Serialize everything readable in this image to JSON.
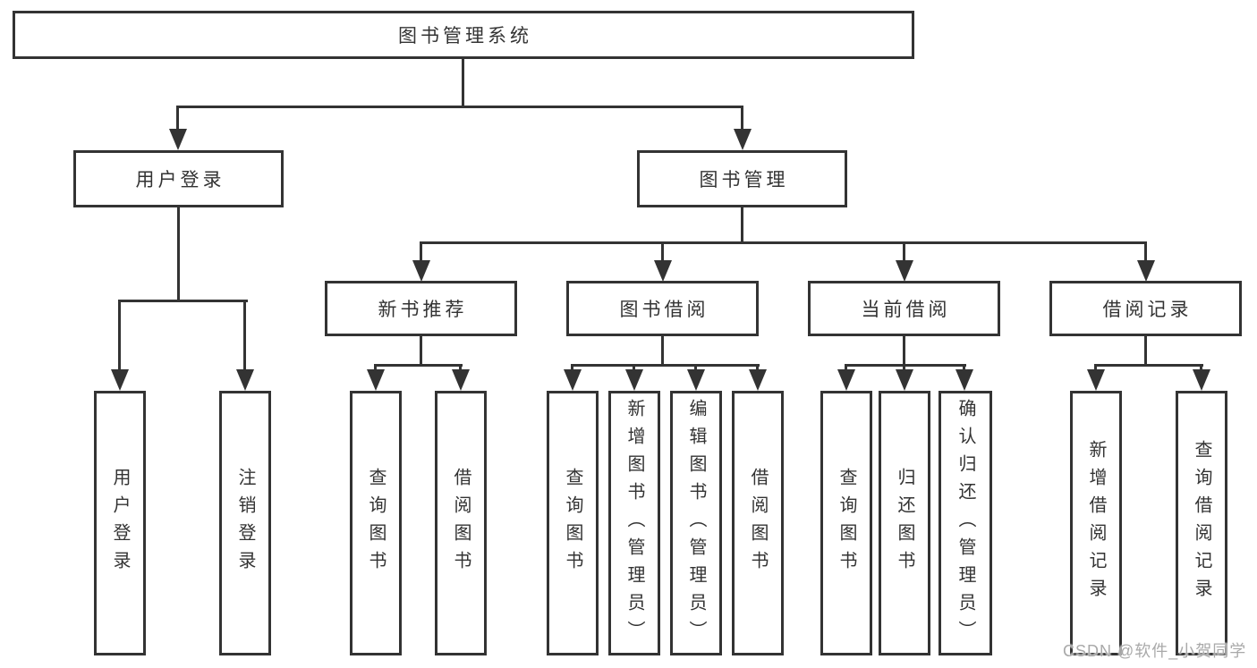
{
  "diagram": {
    "root": {
      "label": "图书管理系统"
    },
    "level2": [
      {
        "id": "user-login",
        "label": "用户登录"
      },
      {
        "id": "book-management",
        "label": "图书管理"
      }
    ],
    "level3": [
      {
        "id": "new-book-recommendation",
        "label": "新书推荐",
        "parent": "图书管理"
      },
      {
        "id": "book-borrowing",
        "label": "图书借阅",
        "parent": "图书管理"
      },
      {
        "id": "current-borrowing",
        "label": "当前借阅",
        "parent": "图书管理"
      },
      {
        "id": "borrowing-records",
        "label": "借阅记录",
        "parent": "图书管理"
      }
    ],
    "leaves": [
      {
        "label": "用户登录",
        "parent": "用户登录"
      },
      {
        "label": "注销登录",
        "parent": "用户登录"
      },
      {
        "label": "查询图书",
        "parent": "新书推荐"
      },
      {
        "label": "借阅图书",
        "parent": "新书推荐"
      },
      {
        "label": "查询图书",
        "parent": "图书借阅"
      },
      {
        "label": "新增图书（管理员）",
        "parent": "图书借阅"
      },
      {
        "label": "编辑图书（管理员）",
        "parent": "图书借阅"
      },
      {
        "label": "借阅图书",
        "parent": "图书借阅"
      },
      {
        "label": "查询图书",
        "parent": "当前借阅"
      },
      {
        "label": "归还图书",
        "parent": "当前借阅"
      },
      {
        "label": "确认归还（管理员）",
        "parent": "当前借阅"
      },
      {
        "label": "新增借阅记录",
        "parent": "借阅记录"
      },
      {
        "label": "查询借阅记录",
        "parent": "借阅记录"
      }
    ]
  },
  "watermark": {
    "text": "CSDN @软件_小贺同学"
  },
  "colors": {
    "line": "#333333",
    "text": "#333333",
    "background": "#ffffff",
    "watermark": "#a9a9a9"
  }
}
